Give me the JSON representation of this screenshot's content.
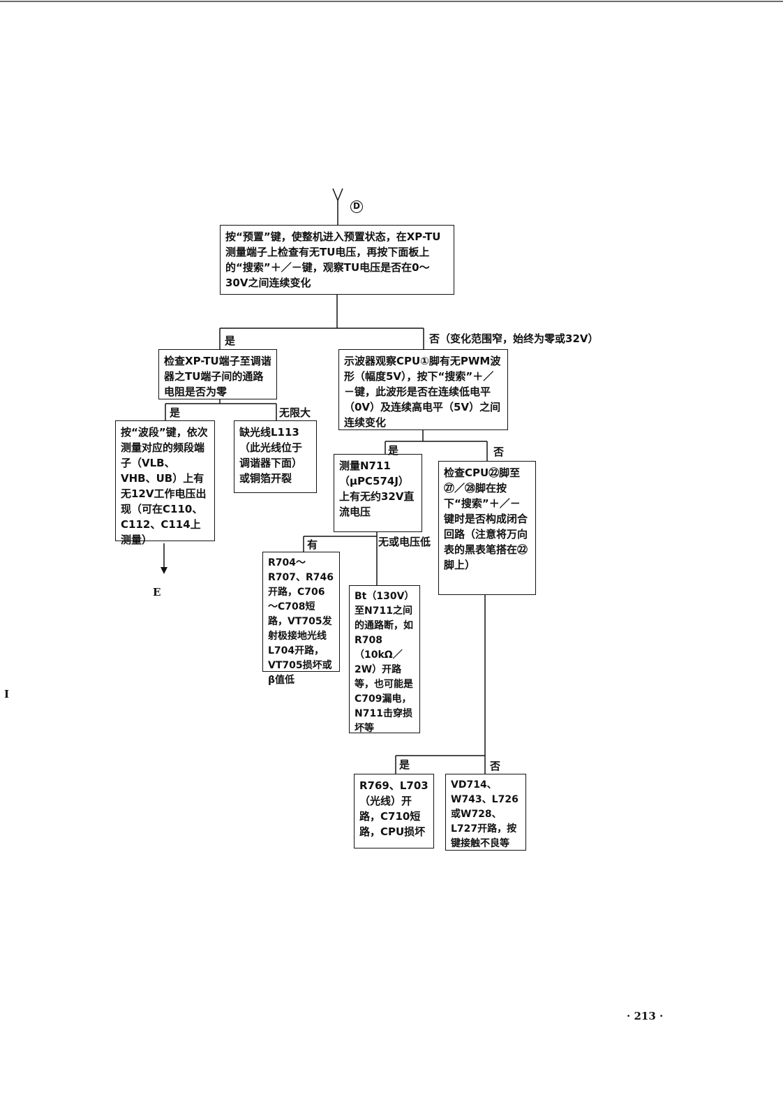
{
  "entry": {
    "letter": "D"
  },
  "boxes": {
    "start": "按“预置”键，使整机进入预置状态，在XP-TU测量端子上检查有无TU电压，再按下面板上的“搜索”＋／－键，观察TU电压是否在0～30V之间连续变化",
    "check_resistance": "检查XP-TU端子至调谐器之TU端子间的通路电阻是否为零",
    "scope_cpu": "示波器观察CPU①脚有无PWM波形（幅度5V），按下“搜索”＋／－键，此波形是否在连续低电平（0V）及连续高电平（5V）之间连续变化",
    "band_key": "按“波段”键，依次测量对应的频段端子（VLB、VHB、UB）上有无12V工作电压出现（可在C110、C112、C114上测量）",
    "missing_wire": "缺光线L113（此光线位于调谐器下面）或铜箔开裂",
    "measure_n711": "测量N711（μPC574J）上有无约32V直流电压",
    "check_cpu22": "检查CPU㉒脚至㉗／㉘脚在按下“搜索”＋／－键时是否构成闭合回路（注意将万向表的黑表笔搭在㉒脚上）",
    "r704_fault": "R704～R707、R746开路，C706～C708短路，VT705发射极接地光线L704开路，VT705损坏或β值低",
    "bt_fault": "Bt（130V）至N711之间的通路断，如R708（10kΩ／2W）开路等，也可能是C709漏电，N711击穿损坏等",
    "r769_fault": "R769、L703（光线）开路，C710短路，CPU损坏",
    "vd714_fault": "VD714、W743、L726或W728、L727开路，按键接触不良等"
  },
  "labels": {
    "yes1": "是",
    "no1": "否（变化范围窄，始终为零或32V）",
    "yes2": "是",
    "infinite": "无限大",
    "yes3": "是",
    "no3": "否",
    "has": "有",
    "none_low": "无或电压低",
    "yes4": "是",
    "no4": "否"
  },
  "exit": {
    "letter": "E"
  },
  "margin_mark": "I",
  "page_number": "· 213 ·"
}
